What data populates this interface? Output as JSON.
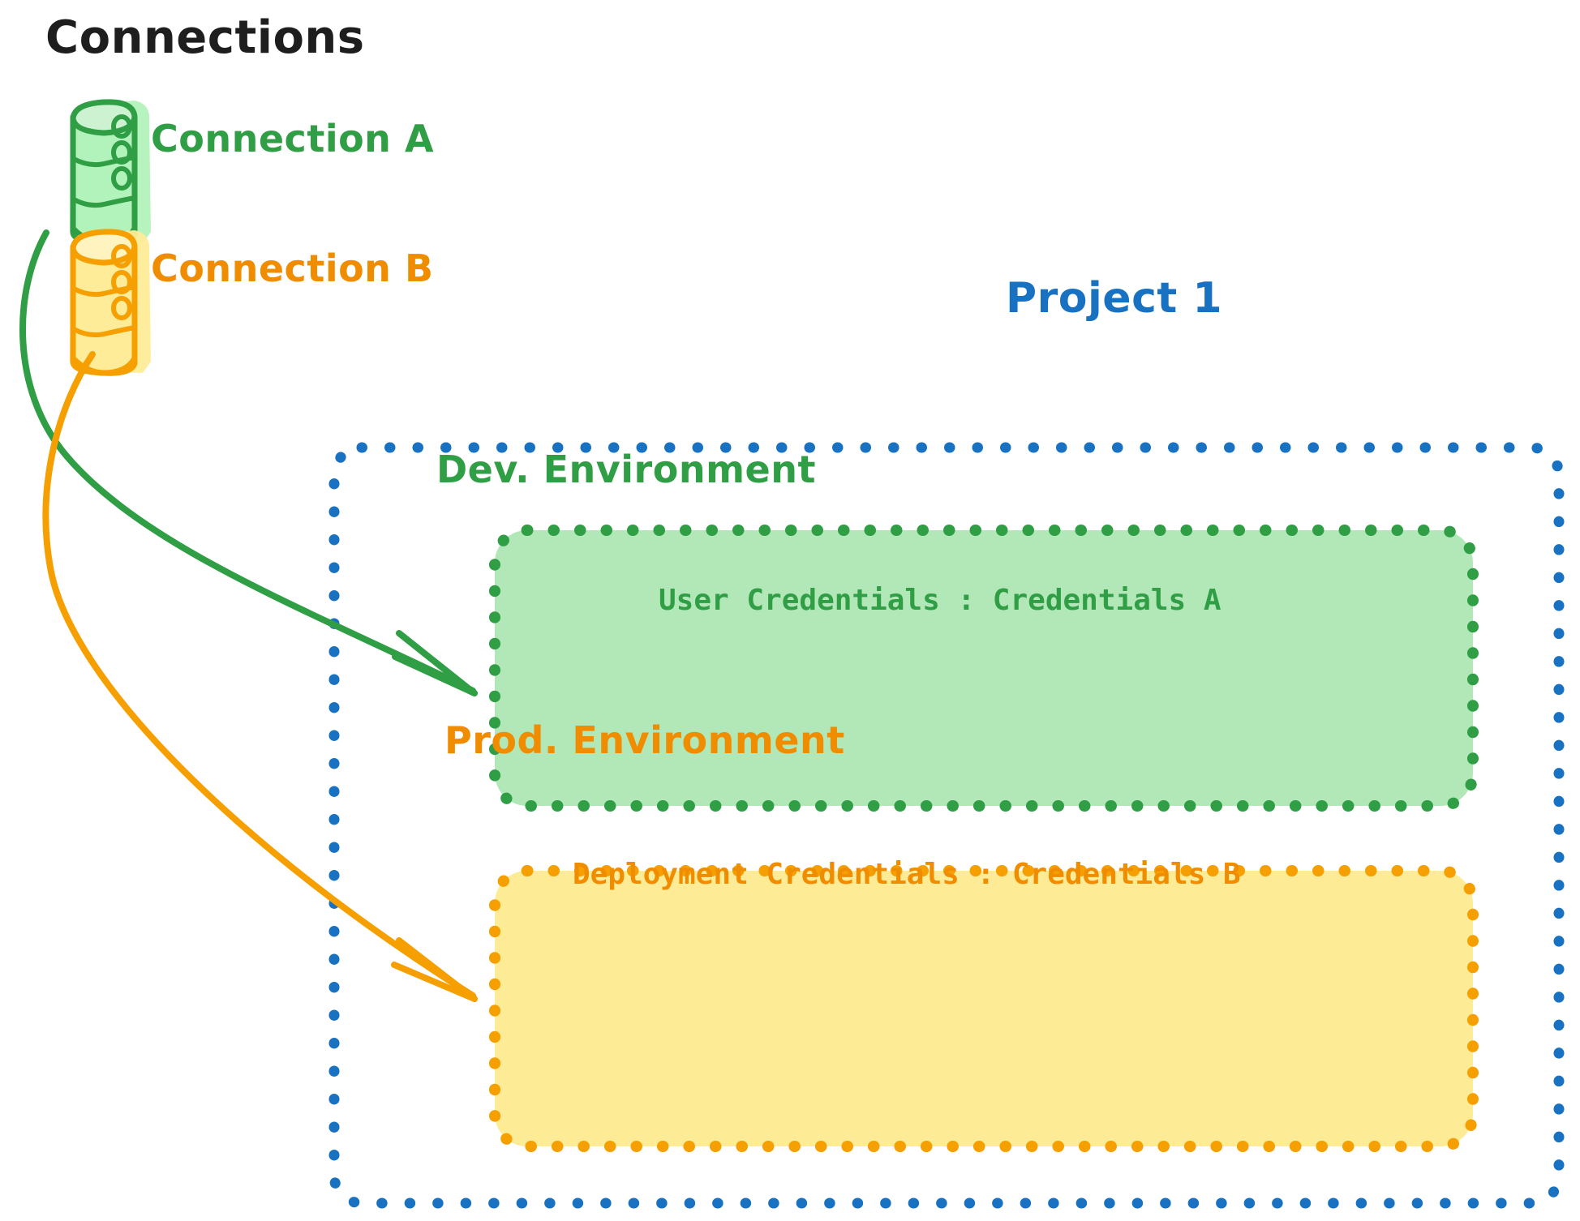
{
  "diagram": {
    "title": "Connections",
    "connections": [
      {
        "id": "connection-a",
        "label": "Connection A",
        "color": "#2f9e44",
        "fill": "#b2f2bb",
        "icon": "database-cylinder-icon"
      },
      {
        "id": "connection-b",
        "label": "Connection B",
        "color": "#f08c00",
        "fill": "#ffec99",
        "icon": "database-cylinder-icon"
      }
    ],
    "project": {
      "label": "Project 1",
      "border_color": "#1971c2",
      "environments": [
        {
          "id": "dev-environment",
          "label": "Dev. Environment",
          "credentials": "User Credentials : Credentials A",
          "color": "#2f9e44",
          "fill": "#b2f2bb"
        },
        {
          "id": "prod-environment",
          "label": "Prod. Environment",
          "credentials": "Deployment Credentials : Credentials B",
          "color": "#f08c00",
          "fill": "#ffec99"
        }
      ]
    },
    "arrows": [
      {
        "id": "arrow-connection-a-to-dev",
        "from": "connection-a",
        "to": "dev-environment",
        "color": "#2f9e44"
      },
      {
        "id": "arrow-connection-b-to-prod",
        "from": "connection-b",
        "to": "prod-environment",
        "color": "#f08c00"
      }
    ]
  }
}
